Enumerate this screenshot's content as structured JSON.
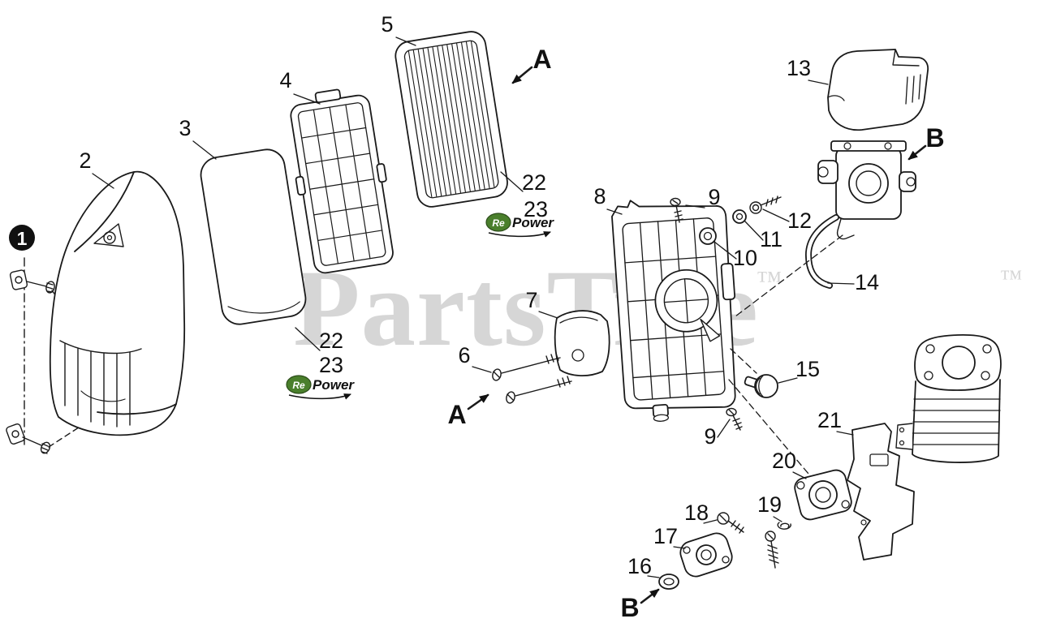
{
  "diagram": {
    "title": "exploded-parts-diagram",
    "background": "#ffffff",
    "line_color": "#1a1a1a"
  },
  "watermark": {
    "text": "PartsTree",
    "trademark": "™",
    "trademark_right": "™",
    "color": "#d6d6d6"
  },
  "repower": {
    "re": "Re",
    "power": "Power",
    "green": "#4a7f2c"
  },
  "callouts": {
    "c1": "1",
    "c2": "2",
    "c3": "3",
    "c4": "4",
    "c5": "5",
    "c6": "6",
    "c7": "7",
    "c8": "8",
    "c9_top": "9",
    "c9_bottom": "9",
    "c10": "10",
    "c11": "11",
    "c12": "12",
    "c13": "13",
    "c14": "14",
    "c15": "15",
    "c16": "16",
    "c17": "17",
    "c18": "18",
    "c19": "19",
    "c20": "20",
    "c21": "21",
    "c22_right": "22",
    "c23_right": "23",
    "c22_left": "22",
    "c23_left": "23",
    "view_a_top": "A",
    "view_a_mid": "A",
    "view_b_top": "B",
    "view_b_bottom": "B"
  }
}
